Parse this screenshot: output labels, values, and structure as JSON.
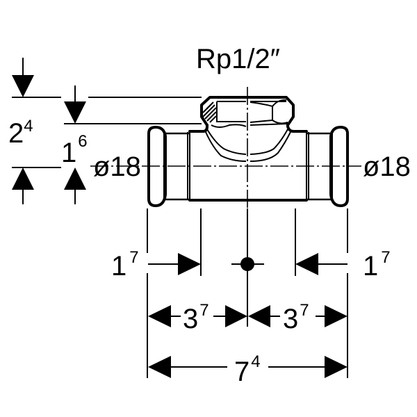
{
  "drawing": {
    "title": "Tee fitting with female thread dimension drawing",
    "thread_label": "Rp1/2″",
    "diameter_left": "ø18",
    "diameter_right": "ø18",
    "dims": {
      "height_total": {
        "base": "2",
        "sup": "4"
      },
      "height_branch": {
        "base": "1",
        "sup": "6"
      },
      "insertion_left": {
        "base": "1",
        "sup": "7"
      },
      "insertion_right": {
        "base": "1",
        "sup": "7"
      },
      "half_left": {
        "base": "3",
        "sup": "7"
      },
      "half_right": {
        "base": "3",
        "sup": "7"
      },
      "length_total": {
        "base": "7",
        "sup": "4"
      }
    }
  }
}
